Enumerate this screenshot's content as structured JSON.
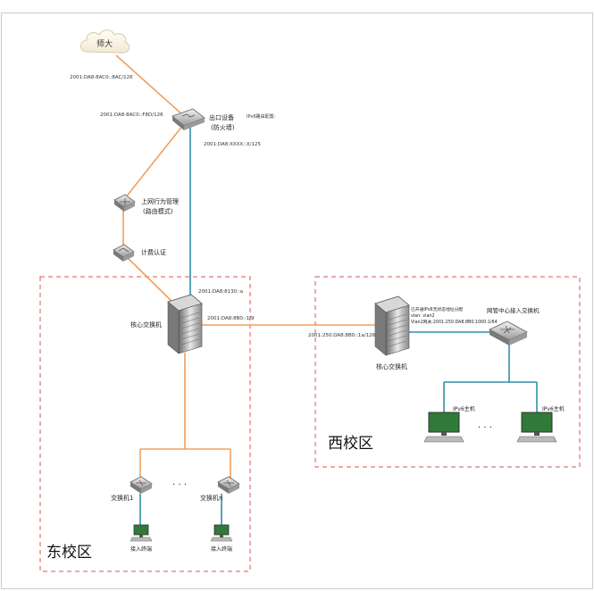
{
  "zones": {
    "east": "东校区",
    "west": "西校区"
  },
  "nodes": {
    "cloud": "师大",
    "exit_device": "出口设备",
    "exit_device_sub": "(防火墙)",
    "exit_note": "IPv6路由配置:",
    "behavior_mgmt": "上网行为管理",
    "behavior_mgmt_sub": "(路由模式)",
    "billing": "计费认证",
    "core_east": "核心交换机",
    "core_west": "核心交换机",
    "core_west_note1": "已开通IPv6无状态地址分配",
    "core_west_note2": "vlan: vlan2",
    "core_west_note3": "Vlan2网关:2001:250:DA8:8B0:1000:1/64",
    "netcenter_switch": "网管中心接入交换机",
    "switch_1": "交换机1",
    "switch_n": "交换机n",
    "terminal_1": "接入终端",
    "terminal_n": "接入终端",
    "host_1": "IPv6主机",
    "host_2": "IPv6主机",
    "dots_east": "·  ·  ·",
    "dots_west": "·  ·  ·"
  },
  "addresses": {
    "cloud_link": "2001:DA8:8AC0::8AC/126",
    "exit_up": "2001:DA8:8AC0::F8D/126",
    "exit_down": "2001:DA8:XXXX::X/125",
    "core_east_up": "2001:DA8:8130::a",
    "core_east_right": "2001:DA8:8B0::1/9",
    "core_west_left": "2001:250:DA8:8B0::1a/126"
  },
  "colors": {
    "orange_link": "#f0a060",
    "teal_link": "#2f8fa8",
    "zone_border": "#e05050"
  }
}
